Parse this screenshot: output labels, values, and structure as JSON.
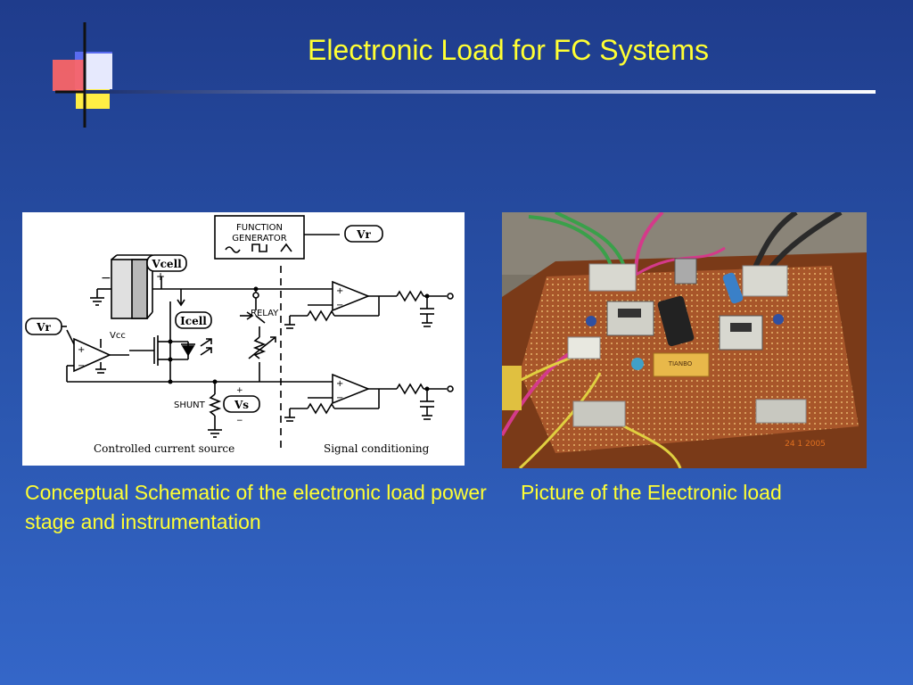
{
  "slide": {
    "title": "Electronic Load for FC Systems"
  },
  "schematic": {
    "function_generator_line1": "FUNCTION",
    "function_generator_line2": "GENERATOR",
    "vr_top": "Vr",
    "vr_left": "Vr",
    "vcell": "Vcell",
    "icell": "Icell",
    "vcc": "Vcc",
    "relay": "RELAY",
    "shunt": "SHUNT",
    "vs": "Vs",
    "plus": "+",
    "minus": "−",
    "section_left": "Controlled current source",
    "section_right": "Signal conditioning"
  },
  "photo": {
    "relay_brand": "TIANBO",
    "date_stamp": "24 1 2005"
  },
  "captions": {
    "left": "Conceptual Schematic of the electronic load power stage and instrumentation",
    "right": "Picture of the Electronic load"
  },
  "colors": {
    "title": "#ffff33",
    "background": "#2a55ad"
  }
}
